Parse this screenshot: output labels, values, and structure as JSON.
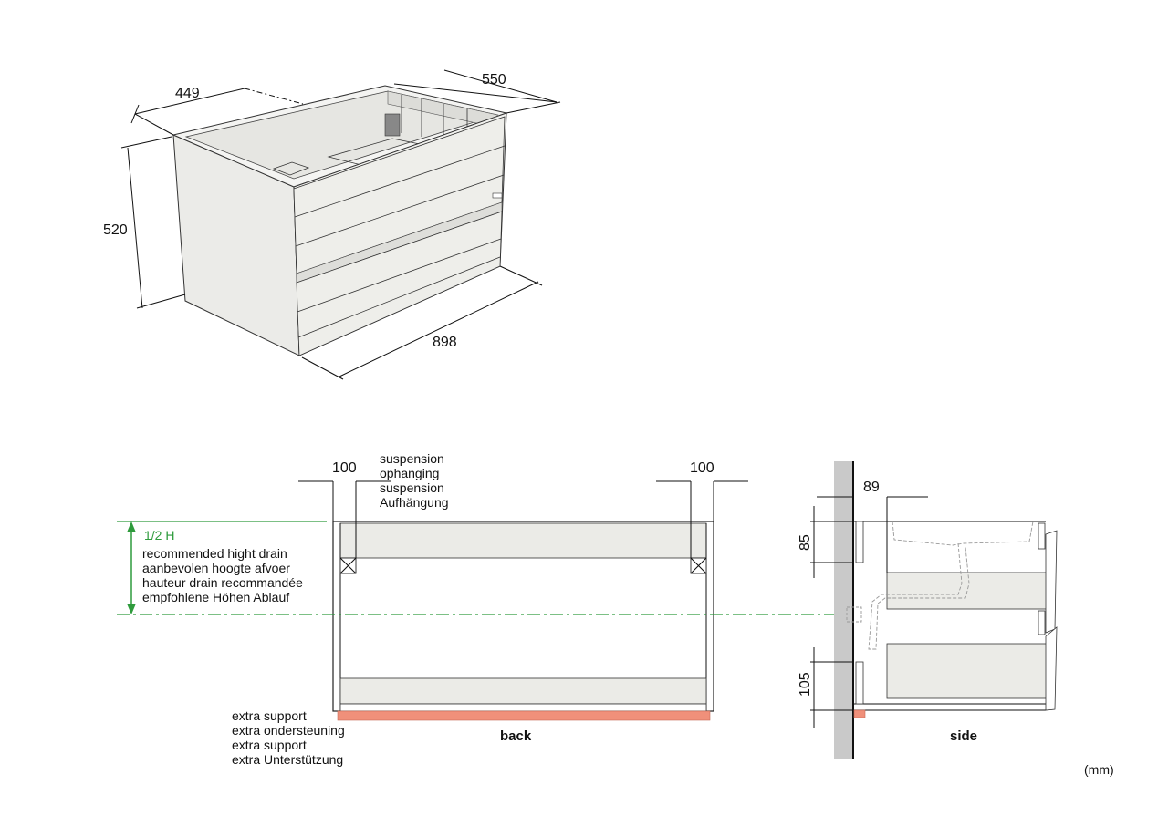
{
  "isometric": {
    "dim_width": "898",
    "dim_depth": "550",
    "dim_side": "449",
    "dim_height": "520"
  },
  "back_view": {
    "dim_left": "100",
    "dim_right": "100",
    "suspension_labels": [
      "suspension",
      "ophanging",
      "suspension",
      "Aufhängung"
    ],
    "drain_fraction": "1/2 H",
    "drain_labels": [
      "recommended hight drain",
      "aanbevolen hoogte afvoer",
      "hauteur drain recommandée",
      "empfohlene Höhen Ablauf"
    ],
    "support_labels": [
      "extra support",
      "extra ondersteuning",
      "extra support",
      "extra Unterstützung"
    ],
    "caption": "back"
  },
  "side_view": {
    "dim_depth": "89",
    "dim_top": "85",
    "dim_bottom": "105",
    "caption": "side"
  },
  "units": "(mm)",
  "colors": {
    "green": "#2e9b3c",
    "support": "#f0907a",
    "panel": "#ebebe7",
    "wall": "#c9c9c9"
  }
}
